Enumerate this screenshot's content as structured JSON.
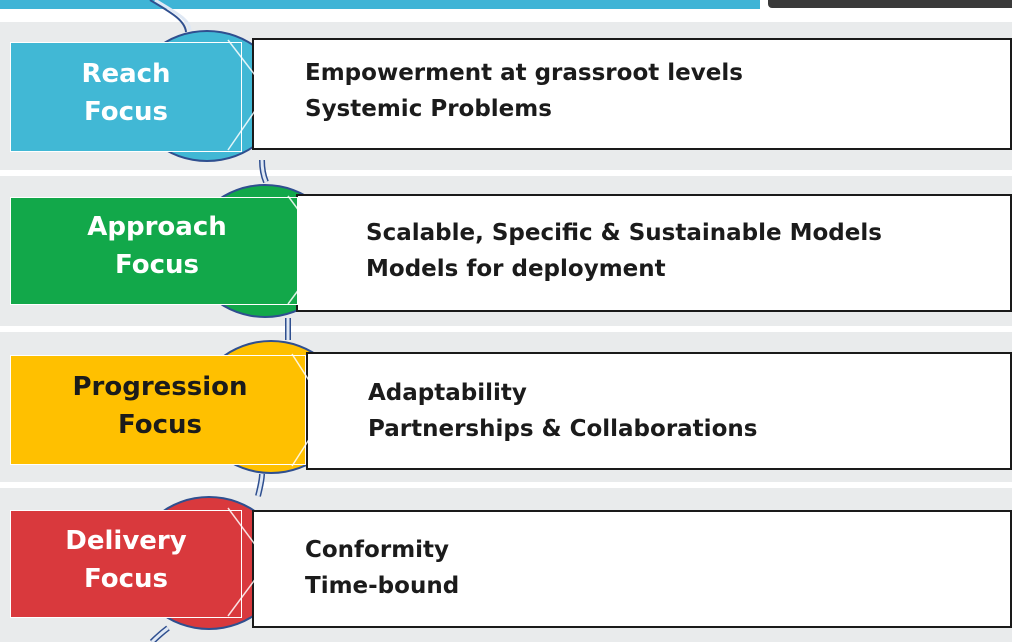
{
  "colors": {
    "top_bar": "#3fb4d6",
    "band": "#e9ebec",
    "connector": "#2f4f8f",
    "reach": "#41b8d5",
    "approach": "#12a84a",
    "progression": "#ffc000",
    "delivery": "#d9393d"
  },
  "stages": [
    {
      "name": "Reach",
      "label": "Reach\nFocus",
      "color": "#41b8d5",
      "text_color": "#ffffff",
      "lines": [
        "Empowerment at grassroot levels",
        "Systemic Problems"
      ]
    },
    {
      "name": "Approach",
      "label": "Approach\nFocus",
      "color": "#12a84a",
      "text_color": "#ffffff",
      "lines": [
        "Scalable, Specific & Sustainable Models",
        "Models for deployment"
      ]
    },
    {
      "name": "Progression",
      "label": "Progression\nFocus",
      "color": "#ffc000",
      "text_color": "#1b1b1b",
      "lines": [
        "Adaptability",
        "Partnerships & Collaborations"
      ]
    },
    {
      "name": "Delivery",
      "label": "Delivery\nFocus",
      "color": "#d9393d",
      "text_color": "#ffffff",
      "lines": [
        "Conformity",
        "Time-bound"
      ]
    }
  ]
}
